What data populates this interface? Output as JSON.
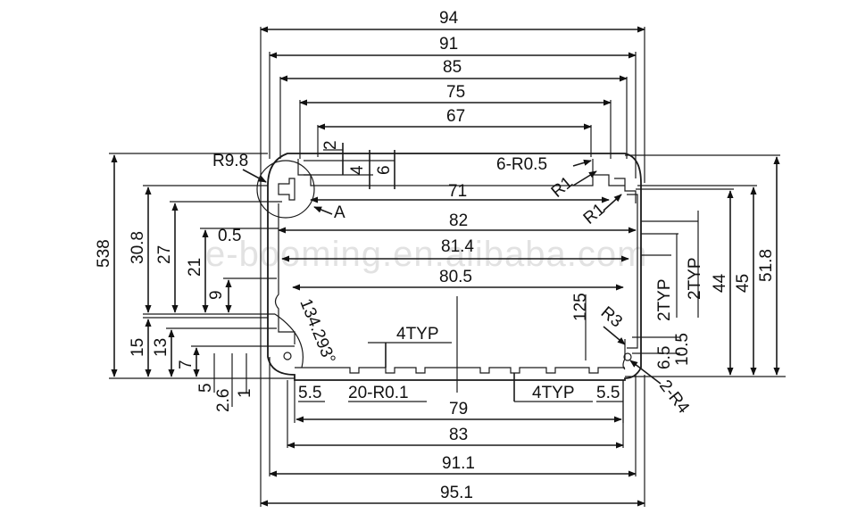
{
  "watermark": "e-booming.en.alibaba.com",
  "dims": {
    "w94": "94",
    "w91": "91",
    "w85": "85",
    "w75": "75",
    "w67": "67",
    "w71": "71",
    "w82": "82",
    "w814": "81.4",
    "w805": "80.5",
    "w79": "79",
    "w83": "83",
    "w911": "91.1",
    "w951": "95.1",
    "h538": "538",
    "h308": "30.8",
    "h27": "27",
    "h21": "21",
    "h9": "9",
    "h15": "15",
    "h13": "13",
    "h7": "7",
    "h5": "5",
    "h26": "2.6",
    "h1": "1",
    "h44": "44",
    "h45": "45",
    "h518": "51.8",
    "d2": "2",
    "d4": "4",
    "d6": "6",
    "d05": "0.5",
    "r98": "R9.8",
    "ra": "A",
    "r05": "6-R0.5",
    "r1a": "R1",
    "r1b": "R1",
    "typ4a": "4TYP",
    "typ4b": "4TYP",
    "typ2a": "2TYP",
    "typ2b": "2TYP",
    "d125": "125",
    "r3": "R3",
    "d65": "6.5",
    "d105": "10.5",
    "r4": "2-R4",
    "ang": "134.293°",
    "s55a": "5.5",
    "s55b": "5.5",
    "r01": "20-R0.1"
  }
}
